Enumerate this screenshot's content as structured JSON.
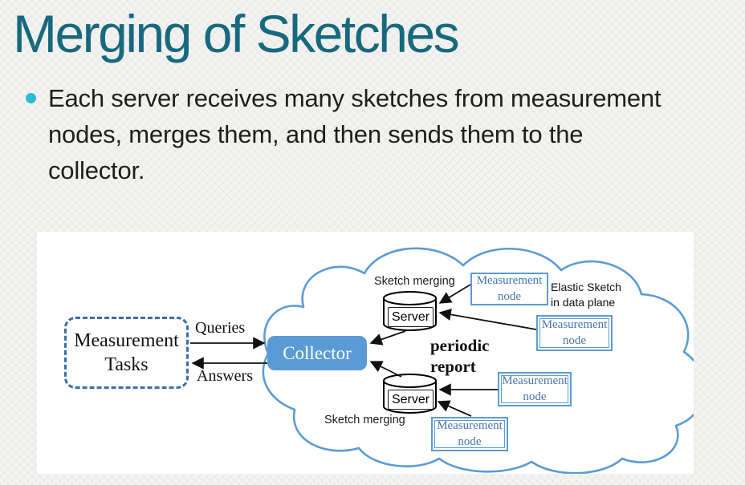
{
  "slide": {
    "title": "Merging of Sketches",
    "bullet_lines": [
      "Each server receives many sketches from measurement",
      "nodes, merges them, and then sends them to the",
      "collector."
    ]
  },
  "diagram": {
    "measurement_tasks_label": "Measurement Tasks",
    "queries_label": "Queries",
    "answers_label": "Answers",
    "collector_label": "Collector",
    "server_top_label": "Server",
    "server_bottom_label": "Server",
    "sketch_merging_top_label": "Sketch merging",
    "sketch_merging_bottom_label": "Sketch merging",
    "periodic_report_line1": "periodic",
    "periodic_report_line2": "report",
    "elastic_sketch_line1": "Elastic Sketch",
    "elastic_sketch_line2": "in data plane",
    "measurement_node_labels": [
      "Measurement node",
      "Measurement node",
      "Measurement node",
      "Measurement node"
    ],
    "colors": {
      "title_text": "#17697e",
      "bullet_dot": "#2bbcd4",
      "collector_fill": "#5b9bd5",
      "cloud_stroke": "#5b9bd5",
      "node_border": "#5b9bd5",
      "node_text": "#4a74ad",
      "dashed_border": "#3c6ea8"
    }
  }
}
